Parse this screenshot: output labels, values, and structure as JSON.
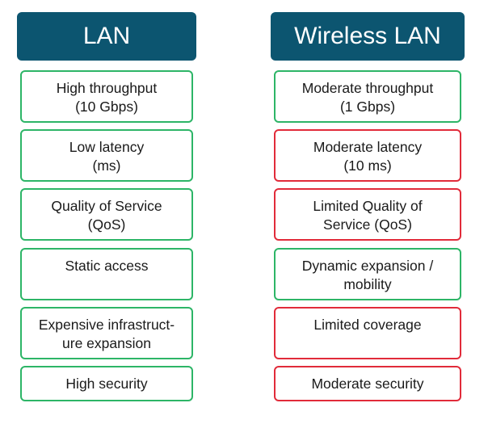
{
  "colors": {
    "header_bg": "#0c5570",
    "header_text": "#ffffff",
    "positive_border": "#2db567",
    "negative_border": "#e12b3a"
  },
  "lan": {
    "title": "LAN",
    "items": [
      {
        "text": "High throughput\n(10 Gbps)",
        "status": "positive"
      },
      {
        "text": "Low latency\n(ms)",
        "status": "positive"
      },
      {
        "text": "Quality of Service\n(QoS)",
        "status": "positive"
      },
      {
        "text": "Static access",
        "status": "positive"
      },
      {
        "text": "Expensive infrastruct-\nure expansion",
        "status": "positive"
      },
      {
        "text": "High security",
        "status": "positive"
      }
    ]
  },
  "wlan": {
    "title": "Wireless LAN",
    "items": [
      {
        "text": "Moderate throughput\n(1 Gbps)",
        "status": "positive"
      },
      {
        "text": "Moderate latency\n(10 ms)",
        "status": "negative"
      },
      {
        "text": "Limited Quality of\nService (QoS)",
        "status": "negative"
      },
      {
        "text": "Dynamic expansion /\nmobility",
        "status": "positive"
      },
      {
        "text": "Limited coverage",
        "status": "negative"
      },
      {
        "text": "Moderate security",
        "status": "negative"
      }
    ]
  }
}
